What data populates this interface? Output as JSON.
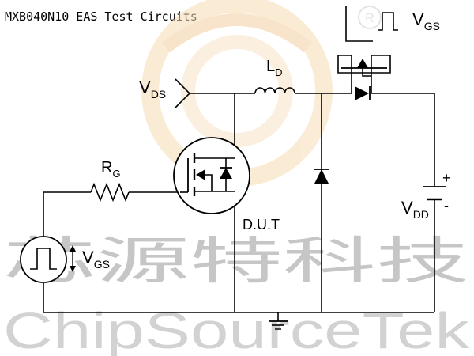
{
  "title": "MXB040N10 EAS Test Circuits",
  "watermark": {
    "cn": "芯源特科技",
    "en": "ChipSourceTek",
    "logo_letter": "R",
    "logo_color": "#f2c48a"
  },
  "labels": {
    "vds_main": "V",
    "vds_sub": "DS",
    "ld_main": "L",
    "ld_sub": "D",
    "rg_main": "R",
    "rg_sub": "G",
    "vgs_left_main": "V",
    "vgs_left_sub": "GS",
    "vgs_top_main": "V",
    "vgs_top_sub": "GS",
    "vdd_main": "V",
    "vdd_sub": "DD",
    "plus": "+",
    "minus": "-",
    "dut": "D.U.T"
  }
}
